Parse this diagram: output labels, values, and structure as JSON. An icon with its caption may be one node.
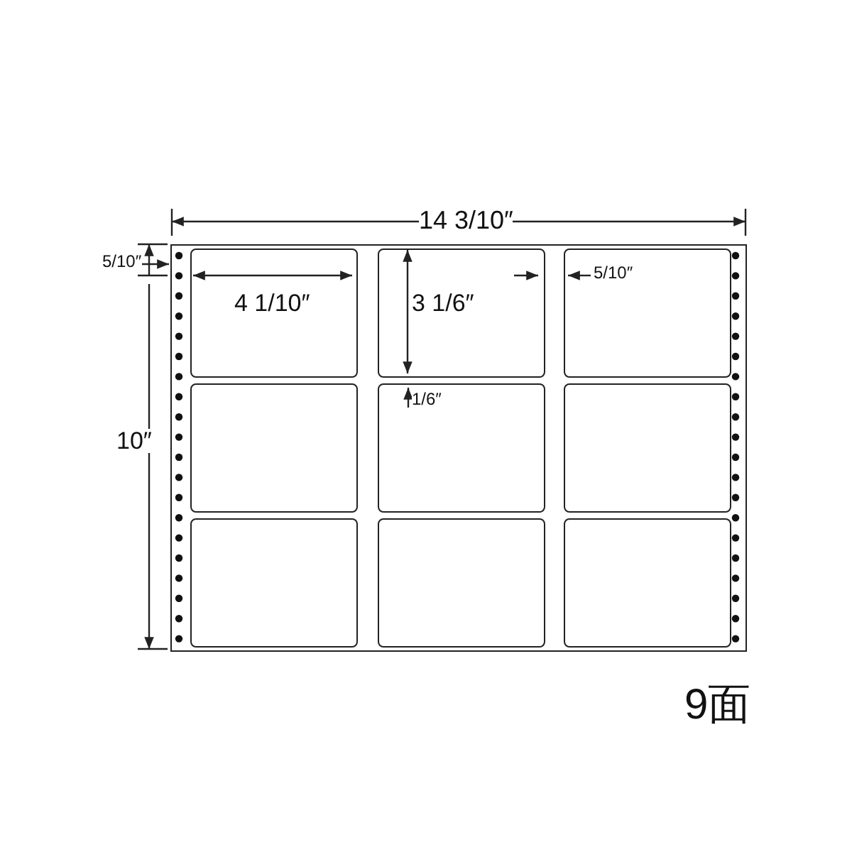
{
  "diagram": {
    "nodes": [
      {
        "text": [],
        "shape": "box"
      },
      {
        "text": [],
        "shape": "box",
        "in": 0
      },
      {
        "text": [],
        "shape": "box",
        "in": 0
      },
      {
        "text": [],
        "shape": "box",
        "in": 0
      },
      {
        "text": [],
        "shape": "box",
        "in": 0
      },
      {
        "text": [],
        "shape": "box",
        "in": 0
      },
      {
        "text": [],
        "shape": "box",
        "in": 0
      },
      {
        "text": [],
        "shape": "box",
        "in": 0
      },
      {
        "text": [],
        "shape": "box",
        "in": 0
      },
      {
        "text": [],
        "shape": "box",
        "in": 0
      }
    ],
    "labels": [
      "14 3/10″",
      "5/10″",
      "10″",
      "4 1/10″",
      "3 1/6″",
      "5/10″",
      "1/6″",
      "9面"
    ]
  }
}
